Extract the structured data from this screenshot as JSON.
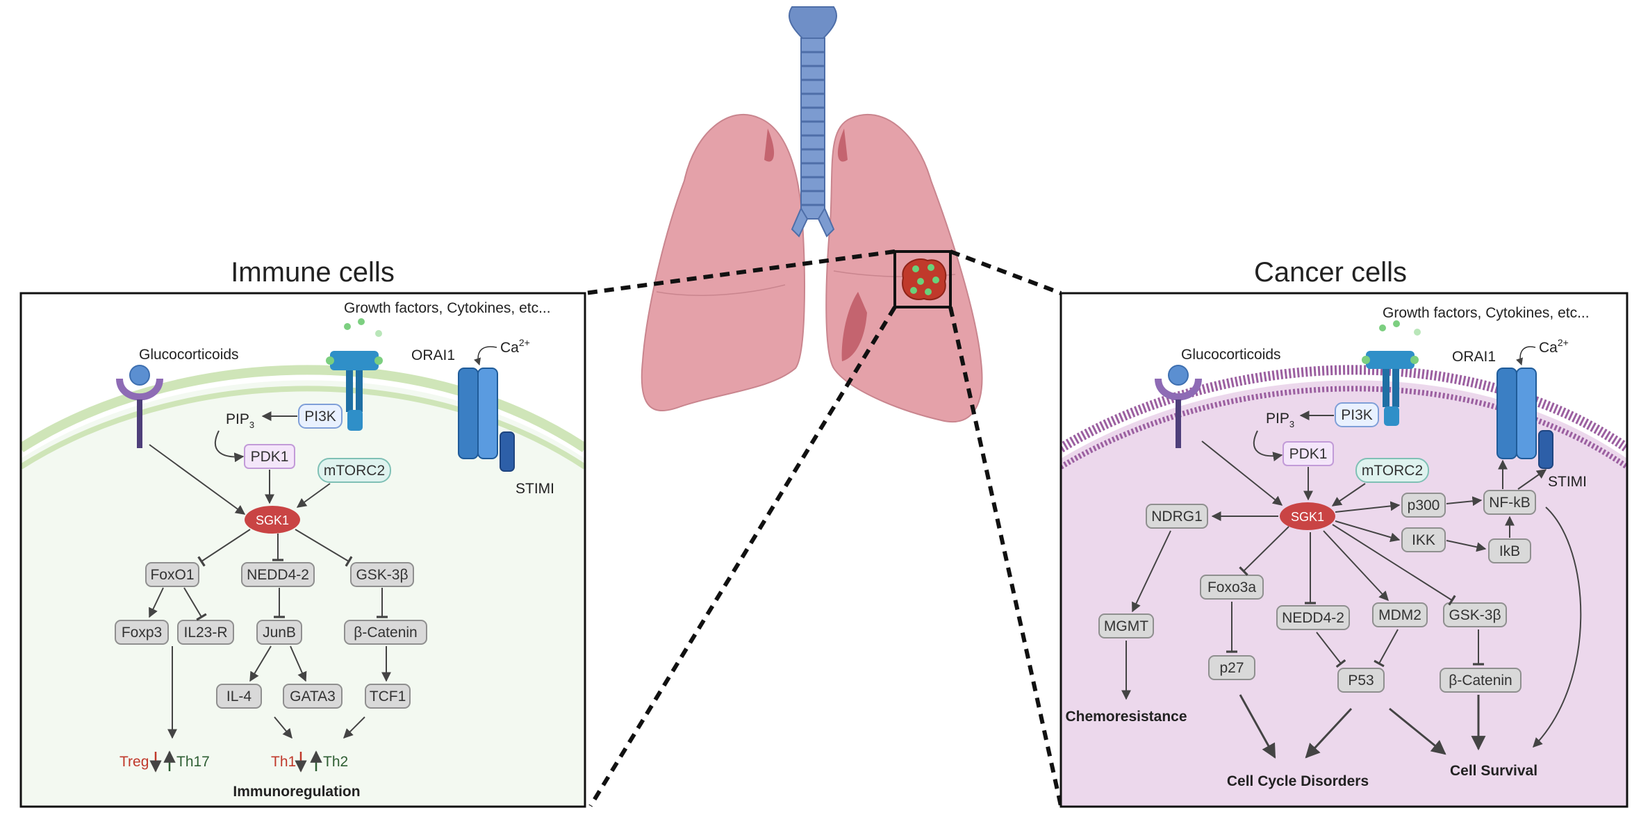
{
  "colors": {
    "immune_bg": "#f3f9f1",
    "cancer_bg": "#ecd8ec",
    "node_fill": "#d9d9d9",
    "node_stroke": "#8f8f8f",
    "sgk1": "#c94444",
    "pdk1_fill": "#f4e6fa",
    "pdk1_stroke": "#c29bd8",
    "mtorc2_fill": "#dff3ef",
    "mtorc2_stroke": "#7fc0b5",
    "pi3k_fill": "#e9f1ff",
    "pi3k_stroke": "#7f9fd8",
    "lung": "#e4a1a9",
    "trachea": "#6f8fc7",
    "tumor": "#c0392b",
    "down_arrow": "#c0392b",
    "up_arrow": "#2e5e33"
  },
  "icons": [
    "lungs-icon",
    "trachea-icon",
    "tumor-icon",
    "glucocorticoid-receptor-icon",
    "growth-factor-receptor-icon",
    "orai1-channel-icon",
    "stim1-icon",
    "cell-membrane-icon"
  ],
  "immune": {
    "title": "Immune cells",
    "growth": "Growth factors, Cytokines, etc...",
    "gluco": "Glucocorticoids",
    "orai1": "ORAI1",
    "ca": "Ca",
    "ca_sup": "2+",
    "stimi": "STIMI",
    "pip": "PIP",
    "pip_sub": "3",
    "pi3k": "PI3K",
    "pdk1": "PDK1",
    "mtorc2": "mTORC2",
    "sgk1": "SGK1",
    "foxo1": "FoxO1",
    "nedd42": "NEDD4-2",
    "gsk3b": "GSK-3β",
    "foxp3": "Foxp3",
    "il23r": "IL23-R",
    "junb": "JunB",
    "bcatenin": "β-Catenin",
    "il4": "IL-4",
    "gata3": "GATA3",
    "tcf1": "TCF1",
    "treg": "Treg",
    "th17": "Th17",
    "th1": "Th1",
    "th2": "Th2",
    "immunoregulation": "Immunoregulation"
  },
  "cancer": {
    "title": "Cancer cells",
    "growth": "Growth factors, Cytokines, etc...",
    "gluco": "Glucocorticoids",
    "orai1": "ORAI1",
    "ca": "Ca",
    "ca_sup": "2+",
    "stimi": "STIMI",
    "pip": "PIP",
    "pip_sub": "3",
    "pi3k": "PI3K",
    "pdk1": "PDK1",
    "mtorc2": "mTORC2",
    "sgk1": "SGK1",
    "ndrg1": "NDRG1",
    "mgmt": "MGMT",
    "chemo": "Chemoresistance",
    "p300": "p300",
    "nfkb": "NF-kB",
    "ikk": "IKK",
    "ikb": "IkB",
    "foxo3a": "Foxo3a",
    "p27": "p27",
    "nedd42": "NEDD4-2",
    "mdm2": "MDM2",
    "p53": "P53",
    "gsk3b": "GSK-3β",
    "bcatenin": "β-Catenin",
    "cellcycle": "Cell Cycle Disorders",
    "survival": "Cell Survival"
  }
}
